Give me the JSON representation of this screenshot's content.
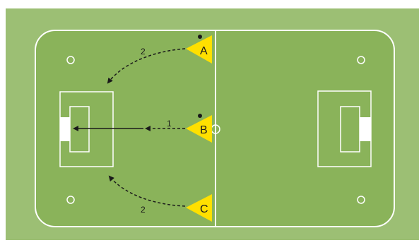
{
  "colors": {
    "outer_field": "#9cbf74",
    "pitch": "#8ab35a",
    "line": "#ffffff",
    "player": "#ffe000",
    "arrow": "#1a1a1a",
    "goal": "#ffffff"
  },
  "players": [
    {
      "id": "A",
      "label": "A",
      "has_ball": true
    },
    {
      "id": "B",
      "label": "B",
      "has_ball": true
    },
    {
      "id": "C",
      "label": "C",
      "has_ball": false
    }
  ],
  "passes": [
    {
      "id": "pass-a",
      "from": "A",
      "label": "2",
      "style": "dashed"
    },
    {
      "id": "pass-b",
      "from": "B",
      "label": "1",
      "style": "dashed-then-solid"
    },
    {
      "id": "pass-c",
      "from": "C",
      "label": "2",
      "style": "dashed"
    }
  ]
}
